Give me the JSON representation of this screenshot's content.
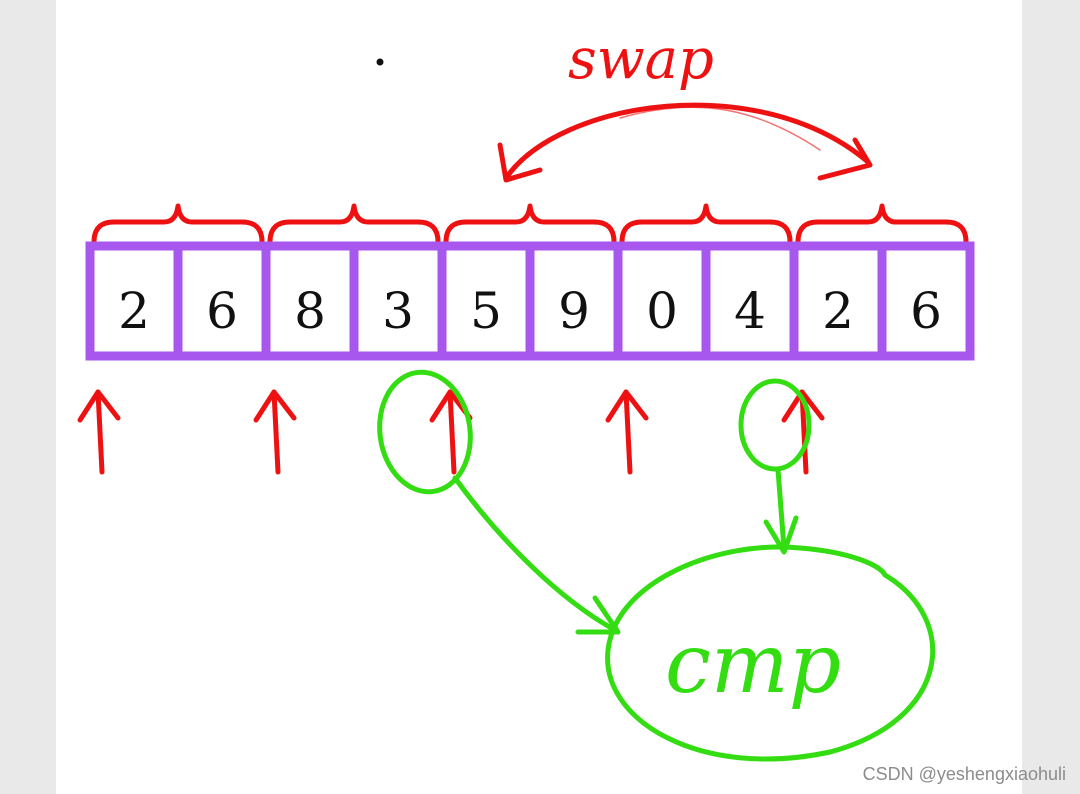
{
  "colors": {
    "cell_border": "#a756ee",
    "annotation_red": "#ee1111",
    "annotation_green": "#33dd11",
    "digit": "#111111"
  },
  "array": {
    "cells": [
      "2",
      "6",
      "8",
      "3",
      "5",
      "9",
      "0",
      "4",
      "2",
      "6"
    ],
    "groups": 5,
    "group_size": 2
  },
  "labels": {
    "swap": "swap",
    "cmp": "cmp"
  },
  "pointers": {
    "count": 5,
    "compared_pointers": [
      2,
      4
    ]
  },
  "watermark": "CSDN @yeshengxiaohuli"
}
